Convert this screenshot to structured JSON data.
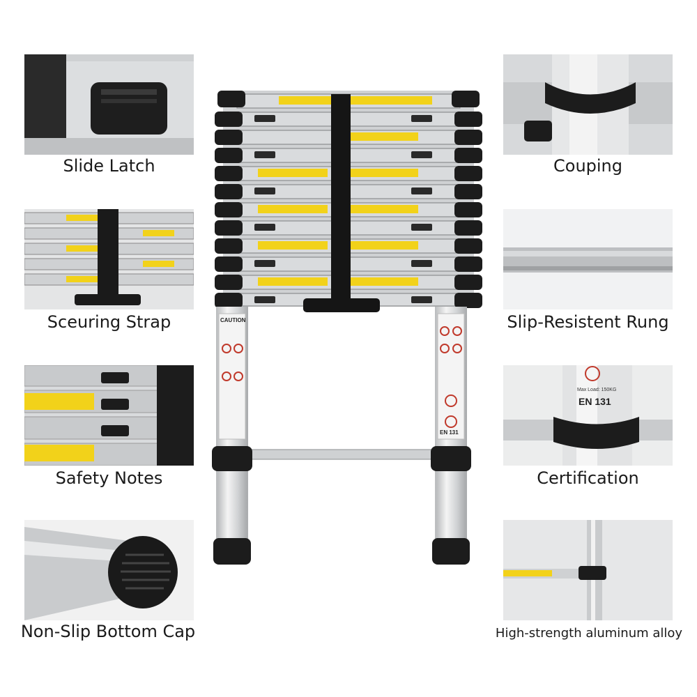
{
  "features": {
    "slide_latch": "Slide Latch",
    "couping": "Couping",
    "securing_strap": "Sceuring Strap",
    "slip_resistant_rung": "Slip-Resistent Rung",
    "safety_notes": "Safety Notes",
    "certification": "Certification",
    "bottom_cap": "Non-Slip Bottom Cap",
    "alloy": "High-strength aluminum alloy"
  },
  "ladder_labels": {
    "caution": "CAUTION",
    "standard": "EN 131",
    "max_load": "Max Load: 150KG"
  },
  "colors": {
    "aluminum": "#d6d8da",
    "black_parts": "#1c1c1c",
    "warning_yellow": "#f2d21a"
  }
}
